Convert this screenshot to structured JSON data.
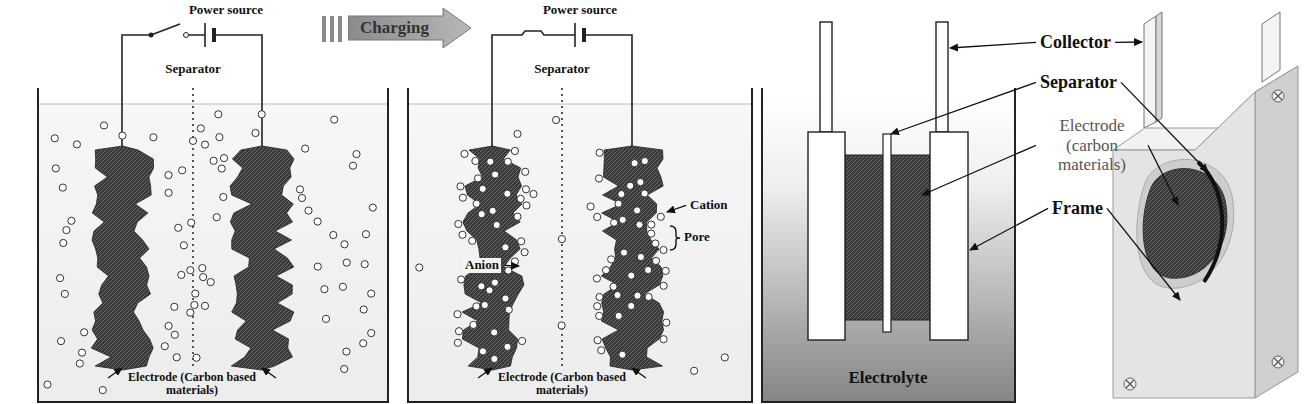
{
  "diagram": {
    "nodes": [
      {
        "text": [
          "Charging"
        ]
      }
    ],
    "labels": [
      "Power source",
      "Separator",
      "Electrode (Carbon based materials)",
      "Power source",
      "Separator",
      "Cation",
      "Pore",
      "Anion",
      "Electrode (Carbon based materials)",
      "Collector",
      "Separator",
      "Electrode (carbon materials)",
      "Frame",
      "Electrolyte"
    ]
  }
}
